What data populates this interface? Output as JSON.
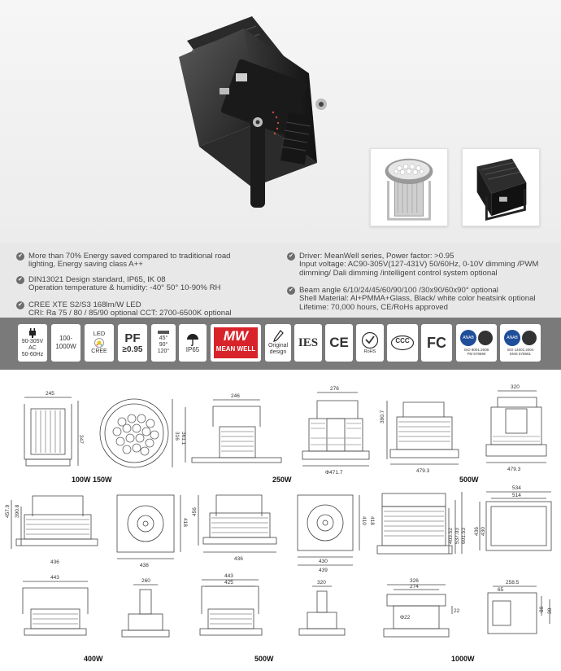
{
  "specs": {
    "left": [
      [
        "More than 70% Energy saved compared to traditional road",
        "lighting, Energy saving class A++"
      ],
      [
        "DIN13021 Design standard, IP65, IK 08",
        "Operation temperature & humidity: -40° 50° 10-90% RH"
      ],
      [
        "CREE XTE S2/S3 168lm/W LED",
        "CRI: Ra 75 / 80 / 85/90 optional   CCT: 2700-6500K optional"
      ]
    ],
    "right": [
      [
        "Driver: MeanWell series, Power factor: >0.95",
        "Input voltage: AC90-305V(127-431V) 50/60Hz, 0-10V dimming /PWM",
        "dimming/ Dali dimming /intelligent control system optional"
      ],
      [
        "Beam angle 6/10/24/45/60/90/100 /30x90/60x90° optional",
        "Shell Material: Al+PMMA+Glass,  Black/ white color heatsink optional",
        "Lifetime: 70,000 hours,  CE/RoHs approved"
      ]
    ]
  },
  "icons": {
    "plug": {
      "l1": "90-305V AC",
      "l2": "50-60Hz",
      "icon": "plug-icon"
    },
    "power": {
      "l1": "100-",
      "l2": "1000W"
    },
    "led": {
      "top": "LED",
      "bottom": "CREE"
    },
    "pf": {
      "top": "PF",
      "bottom": "≥0.95"
    },
    "beam": {
      "l1": "45°",
      "l2": "90°",
      "l3": "120°"
    },
    "ip": {
      "label": "IP65",
      "icon": "umbrella-icon"
    },
    "meanwell": {
      "top": "MW",
      "bottom": "MEAN WELL"
    },
    "design": {
      "l1": "Original",
      "l2": "design",
      "icon": "pencil-icon"
    },
    "ies": "IES",
    "ce": "CE",
    "rohs": "RoHS",
    "ccc": "CCC",
    "fcc": "FC",
    "iso1": {
      "badge": "ANAB",
      "l1": "ISO 9001:2008",
      "l2": "FM 578690"
    },
    "iso2": {
      "badge": "ANAB",
      "l1": "ISO 14001:2004",
      "l2": "EMS 578691"
    }
  },
  "drawings": {
    "dims": {
      "d245": "245",
      "d347": "347",
      "d316": "316",
      "d3611": "361.1",
      "d246": "246",
      "d276": "276",
      "d4717": "Φ471.7",
      "d3907": "390.7",
      "d4793a": "479.3",
      "d320a": "320",
      "d4793b": "479.3",
      "d4579": "457.9",
      "d3908": "390.8",
      "d436a": "436",
      "d418": "418",
      "d456": "456",
      "d438": "438",
      "d436b": "436",
      "d430": "430",
      "d410": "410",
      "d418b": "418",
      "d439": "439",
      "d40352": "403.52",
      "d53703": "537.03",
      "d60153": "601.53",
      "d534": "534",
      "d514": "514",
      "d436c": "436",
      "d430b": "430",
      "d443a": "443",
      "d260": "260",
      "d443b": "443",
      "d425": "425",
      "d320b": "320",
      "d326": "326",
      "d274": "274",
      "d22": "Φ22",
      "d22b": "22",
      "d2585": "258.5",
      "d65": "65",
      "d80": "80",
      "d30": "30"
    },
    "labels": {
      "w100": "100W 150W",
      "w250": "250W",
      "w500a": "500W",
      "w400": "400W",
      "w500b": "500W",
      "w1000": "1000W"
    }
  }
}
